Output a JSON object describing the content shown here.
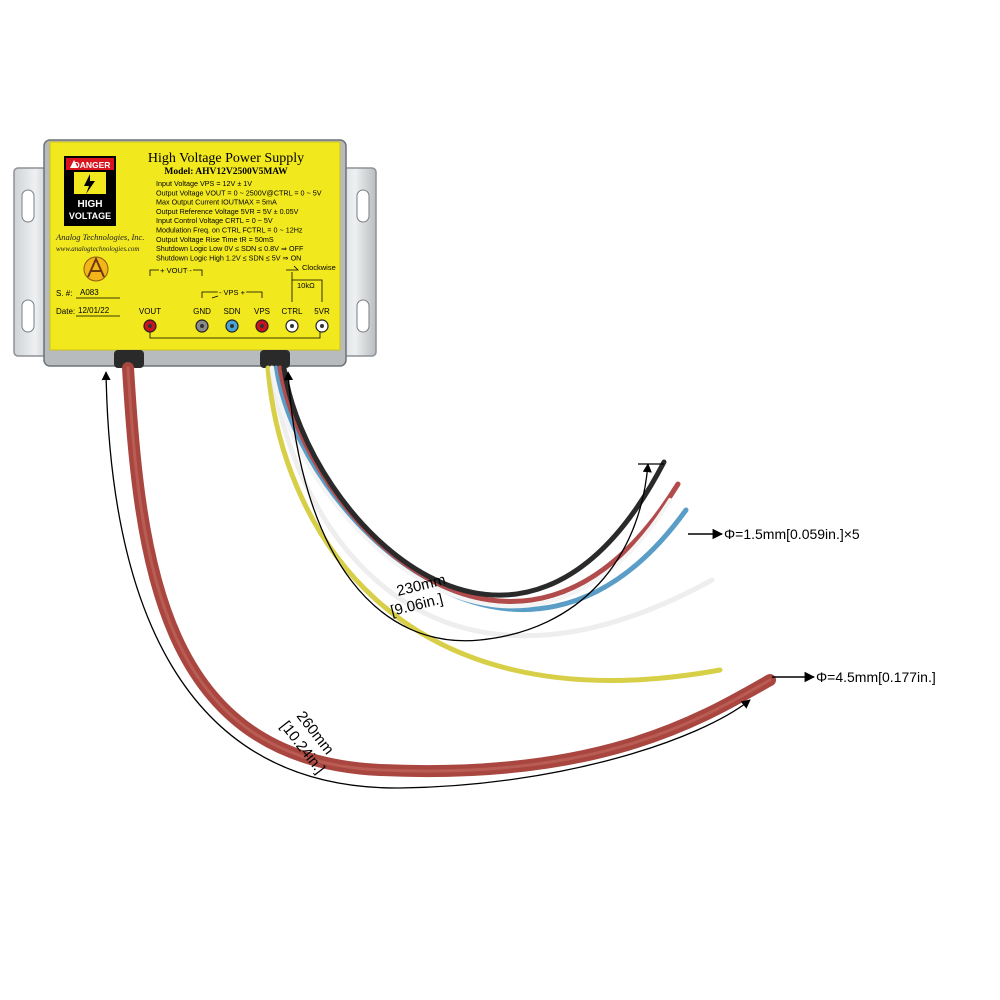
{
  "label": {
    "title": "High Voltage Power Supply",
    "model": "Model: AHV12V2500V5MAW",
    "specs": [
      "Input Voltage VPS = 12V ± 1V",
      "Output Voltage VOUT = 0 ~ 2500V@CTRL = 0 ~ 5V",
      "Max Output Current IOUTMAX = 5mA",
      "Output Reference Voltage 5VR = 5V ± 0.05V",
      "Input Control Voltage CRTL = 0 ~ 5V",
      "Modulation Freq. on CTRL FCTRL = 0 ~ 12Hz",
      "Output Voltage Rise Time tR = 50mS",
      "Shutdown Logic Low 0V ≤ SDN ≤ 0.8V ⇒ OFF",
      "Shutdown Logic High 1.2V ≤ SDN ≤ 5V ⇒ ON"
    ],
    "danger": "DANGER",
    "high": "HIGH",
    "voltage": "VOLTAGE",
    "company": "Analog Technologies, Inc.",
    "website": "www.analogtechnologies.com",
    "serial_label": "S. #:",
    "serial_value": "A083",
    "date_label": "Date:",
    "date_value": "12/01/22",
    "vout_bracket": "+ VOUT -",
    "vps_bracket": "- VPS +",
    "clockwise": "Clockwise",
    "pot": "10kΩ",
    "pins": [
      {
        "name": "VOUT",
        "color": "#c8141e"
      },
      {
        "name": "GND",
        "color": "#8a8a8a"
      },
      {
        "name": "SDN",
        "color": "#4aa3d6"
      },
      {
        "name": "VPS",
        "color": "#c8141e"
      },
      {
        "name": "CTRL",
        "color": "#ffffff"
      },
      {
        "name": "5VR",
        "color": "#ffffff"
      }
    ]
  },
  "dimensions": {
    "thin_wire": "Φ=1.5mm[0.059in.]×5",
    "thick_wire": "Φ=4.5mm[0.177in.]",
    "len230_mm": "230mm",
    "len230_in": "[9.06in.]",
    "len260_mm": "260mm",
    "len260_in": "[10.24in.]"
  },
  "colors": {
    "label_yellow": "#f2e81e",
    "wire_red": "#b24b4b",
    "wire_blue": "#5a9ec8",
    "wire_black": "#2a2a2a",
    "wire_white": "#f2f2f2",
    "wire_yellow": "#d8cf48"
  }
}
